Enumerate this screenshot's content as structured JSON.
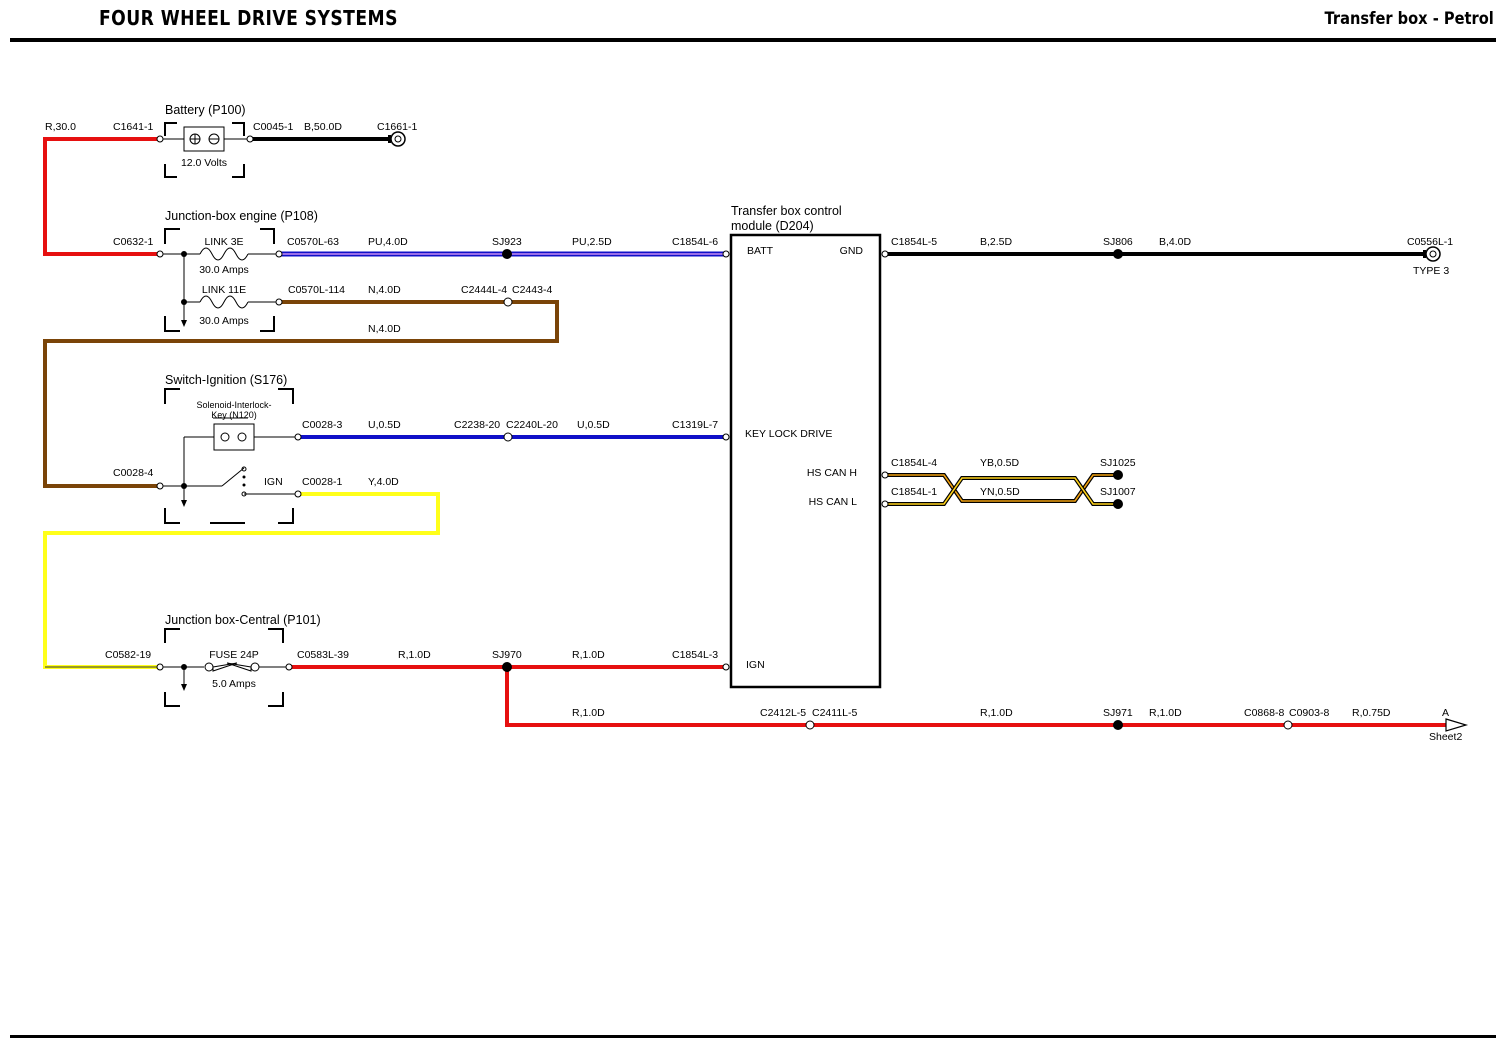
{
  "header": {
    "title": "FOUR WHEEL DRIVE SYSTEMS",
    "subtitle": "Transfer box - Petrol"
  },
  "colors": {
    "red": "#e61010",
    "black": "#000000",
    "brown": "#7a4408",
    "yellow": "#ffff1a",
    "blue": "#1010c8",
    "purple": "#9a6ee8",
    "orange": "#f0a010"
  },
  "components": {
    "battery": {
      "name": "Battery (P100)",
      "voltage": "12.0 Volts"
    },
    "jb_engine": {
      "name": "Junction-box engine (P108)",
      "link1": "LINK 3E",
      "link1_rating": "30.0 Amps",
      "link2": "LINK 11E",
      "link2_rating": "30.0 Amps"
    },
    "ignition": {
      "name": "Switch-Ignition (S176)",
      "solenoid": "Solenoid-Interlock-",
      "solenoid2": "Key (N120)",
      "ign": "IGN"
    },
    "jb_central": {
      "name": "Junction box-Central (P101)",
      "fuse": "FUSE 24P",
      "fuse_rating": "5.0 Amps"
    },
    "module": {
      "name1": "Transfer box control",
      "name2": "module (D204)",
      "batt": "BATT",
      "gnd": "GND",
      "key_lock": "KEY LOCK DRIVE",
      "hs_can_h": "HS CAN H",
      "hs_can_l": "HS CAN L",
      "ign": "IGN"
    }
  },
  "connectors": {
    "c1641": "C1641-1",
    "c0045": "C0045-1",
    "c1661": "C1661-1",
    "c0632": "C0632-1",
    "c0570_63": "C0570L-63",
    "c0570_114": "C0570L-114",
    "c2444": "C2444L-4",
    "c2443": "C2443-4",
    "c1854_6": "C1854L-6",
    "c1854_5": "C1854L-5",
    "c0556": "C0556L-1",
    "type3": "TYPE 3",
    "c0028_3": "C0028-3",
    "c0028_4": "C0028-4",
    "c0028_1": "C0028-1",
    "c2238": "C2238-20",
    "c2240": "C2240L-20",
    "c1319": "C1319L-7",
    "c1854_4": "C1854L-4",
    "c1854_1": "C1854L-1",
    "c0582": "C0582-19",
    "c0583": "C0583L-39",
    "c1854_3": "C1854L-3",
    "c2412": "C2412L-5",
    "c2411": "C2411L-5",
    "c0868": "C0868-8",
    "c0903": "C0903-8",
    "arrow_a": "A",
    "sheet2": "Sheet2"
  },
  "splices": {
    "sj923": "SJ923",
    "sj806": "SJ806",
    "sj1025": "SJ1025",
    "sj1007": "SJ1007",
    "sj970": "SJ970",
    "sj971": "SJ971"
  },
  "wires": {
    "w_r30": "R,30.0",
    "w_b50": "B,50.0D",
    "w_pu40": "PU,4.0D",
    "w_pu25": "PU,2.5D",
    "w_b25": "B,2.5D",
    "w_b40": "B,4.0D",
    "w_n40a": "N,4.0D",
    "w_n40b": "N,4.0D",
    "w_u05a": "U,0.5D",
    "w_u05b": "U,0.5D",
    "w_y40": "Y,4.0D",
    "w_yb05": "YB,0.5D",
    "w_yn05": "YN,0.5D",
    "w_r10a": "R,1.0D",
    "w_r10b": "R,1.0D",
    "w_r10c": "R,1.0D",
    "w_r10d": "R,1.0D",
    "w_r10e": "R,1.0D",
    "w_r075": "R,0.75D"
  }
}
